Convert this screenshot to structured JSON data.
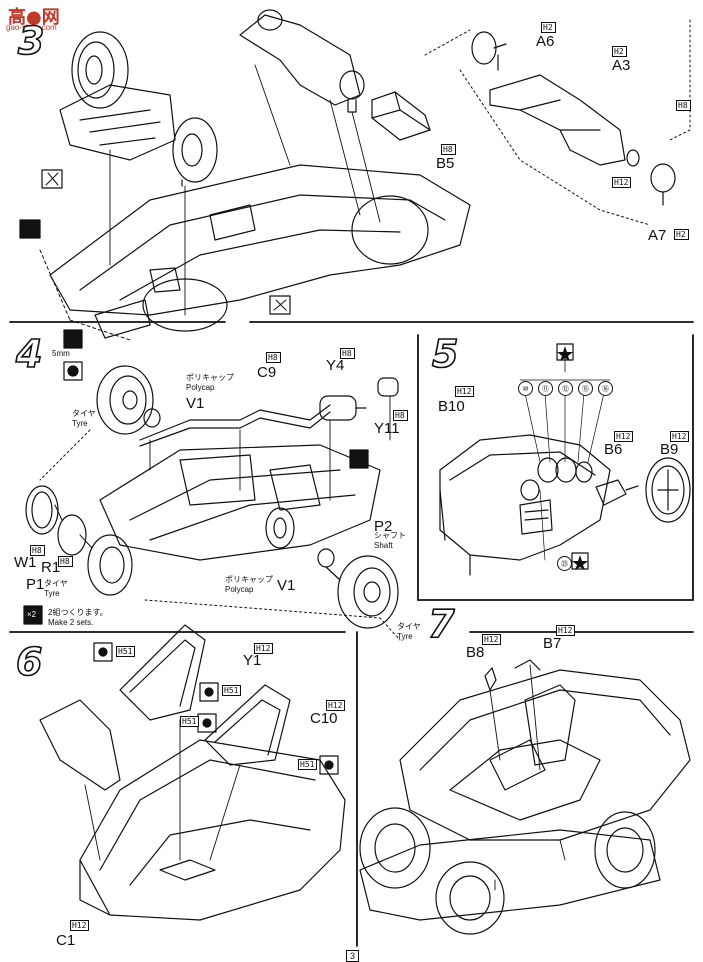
{
  "watermark": {
    "brand": "高●网",
    "url": "gao-shou.com"
  },
  "tags": {
    "h2": "H2",
    "h8": "H8",
    "h12": "H12",
    "h51": "H51"
  },
  "step3": {
    "number": "3",
    "parts": {
      "a6": "A6",
      "a3": "A3",
      "b5": "B5",
      "a7": "A7"
    }
  },
  "step4": {
    "number": "4",
    "measure": "5mm",
    "parts": {
      "c9": "C9",
      "y4": "Y4",
      "v1_top": "V1",
      "y11": "Y11",
      "w1": "W1",
      "r1": "R1",
      "p1": "P1",
      "p2": "P2",
      "v1_bottom": "V1"
    },
    "polycap_jp": "ポリキャップ",
    "polycap_en": "Polycap",
    "tyre_jp": "タイヤ",
    "tyre_en": "Tyre",
    "shaft_jp": "シャフト",
    "shaft_en": "Shaft",
    "make_jp": "2組つくります。",
    "make_en": "Make 2 sets.",
    "make_icon": "×2"
  },
  "step5": {
    "number": "5",
    "parts": {
      "b10": "B10",
      "b6": "B6",
      "b9": "B9"
    },
    "decals": [
      "⑩",
      "⑪",
      "⑫",
      "⑮",
      "⑯"
    ],
    "decal_25": "㉕"
  },
  "step6": {
    "number": "6",
    "parts": {
      "y1": "Y1",
      "c10": "C10",
      "c1": "C1"
    }
  },
  "step7": {
    "number": "7",
    "parts": {
      "b8": "B8",
      "b7": "B7"
    }
  },
  "page_number": "3"
}
